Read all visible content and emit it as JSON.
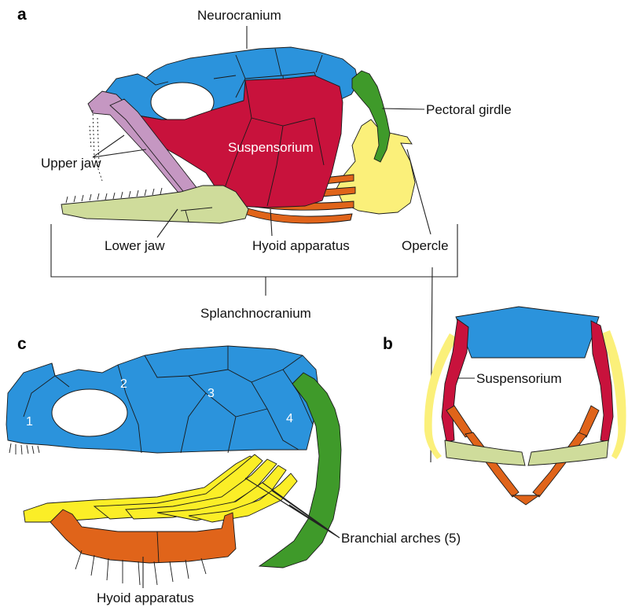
{
  "panels": {
    "a": "a",
    "b": "b",
    "c": "c"
  },
  "colors": {
    "neurocranium": "#2b93dc",
    "suspensorium": "#c8123c",
    "upper_jaw": "#c597c2",
    "lower_jaw": "#cfdc9b",
    "hyoid": "#e0641a",
    "opercle": "#fbf07a",
    "pectoral": "#3f9a2a",
    "branchial": "#fbee27"
  },
  "labels_a": {
    "neurocranium": "Neurocranium",
    "pectoral_girdle": "Pectoral girdle",
    "suspensorium": "Suspensorium",
    "upper_jaw": "Upper jaw",
    "lower_jaw": "Lower jaw",
    "hyoid": "Hyoid apparatus",
    "opercle": "Opercle",
    "splanchnocranium": "Splanchnocranium"
  },
  "labels_b": {
    "suspensorium": "Suspensorium"
  },
  "labels_c": {
    "n1": "1",
    "n2": "2",
    "n3": "3",
    "n4": "4",
    "branchial": "Branchial arches (5)",
    "hyoid": "Hyoid apparatus"
  }
}
